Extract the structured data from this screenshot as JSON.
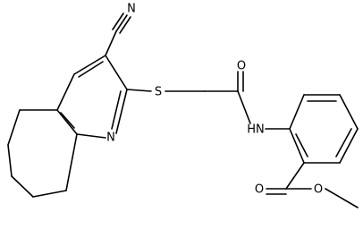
{
  "molecule": {
    "atoms": {
      "n_nitrile": "N",
      "s_thioether": "S",
      "n_ring": "N",
      "o_amide": "O",
      "nh_amide": "HN",
      "o_ester_carbonyl": "O",
      "o_ester_ether": "O"
    },
    "colors": {
      "bond": "#000000",
      "label": "#000000",
      "background": "#ffffff"
    }
  }
}
